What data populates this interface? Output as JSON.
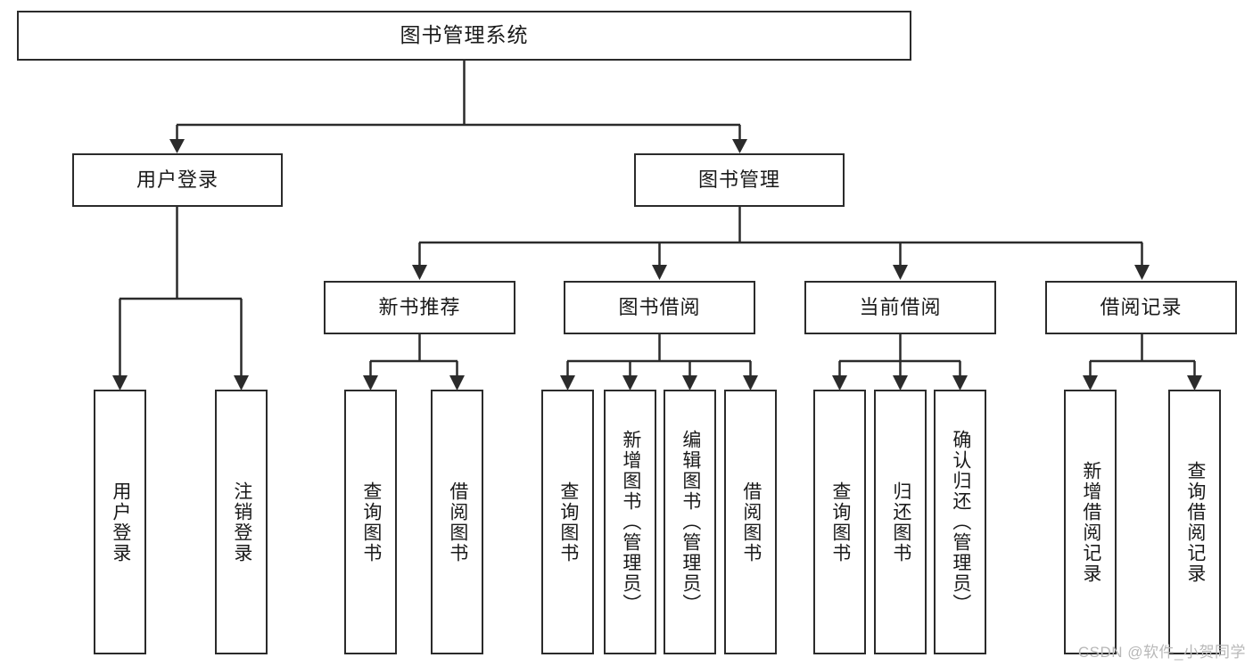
{
  "diagram": {
    "title": "图书管理系统",
    "type": "hierarchy-tree",
    "root": {
      "id": "root",
      "label": "图书管理系统"
    },
    "level1": [
      {
        "id": "user-login",
        "label": "用户登录"
      },
      {
        "id": "book-manage",
        "label": "图书管理"
      }
    ],
    "level2": [
      {
        "id": "new-book-recommend",
        "label": "新书推荐",
        "parent": "book-manage"
      },
      {
        "id": "book-borrow",
        "label": "图书借阅",
        "parent": "book-manage"
      },
      {
        "id": "current-borrow",
        "label": "当前借阅",
        "parent": "book-manage"
      },
      {
        "id": "borrow-record",
        "label": "借阅记录",
        "parent": "book-manage"
      }
    ],
    "leaves": {
      "user-login": [
        {
          "id": "leaf-user-login",
          "label": "用户登录"
        },
        {
          "id": "leaf-logout",
          "label": "注销登录"
        }
      ],
      "new-book-recommend": [
        {
          "id": "leaf-query-book-1",
          "label": "查询图书"
        },
        {
          "id": "leaf-borrow-book-1",
          "label": "借阅图书"
        }
      ],
      "book-borrow": [
        {
          "id": "leaf-query-book-2",
          "label": "查询图书"
        },
        {
          "id": "leaf-add-book",
          "label": "新增图书（管理员）"
        },
        {
          "id": "leaf-edit-book",
          "label": "编辑图书（管理员）"
        },
        {
          "id": "leaf-borrow-book-2",
          "label": "借阅图书"
        }
      ],
      "current-borrow": [
        {
          "id": "leaf-query-book-3",
          "label": "查询图书"
        },
        {
          "id": "leaf-return-book",
          "label": "归还图书"
        },
        {
          "id": "leaf-confirm-return",
          "label": "确认归还（管理员）"
        }
      ],
      "borrow-record": [
        {
          "id": "leaf-add-record",
          "label": "新增借阅记录"
        },
        {
          "id": "leaf-query-record",
          "label": "查询借阅记录"
        }
      ]
    }
  },
  "watermark": {
    "text": "CSDN @软件_小贺同学"
  },
  "colors": {
    "stroke": "#2b2b2b",
    "background": "#ffffff",
    "text": "#1a1a1a",
    "watermark": "#b8b8b8"
  }
}
